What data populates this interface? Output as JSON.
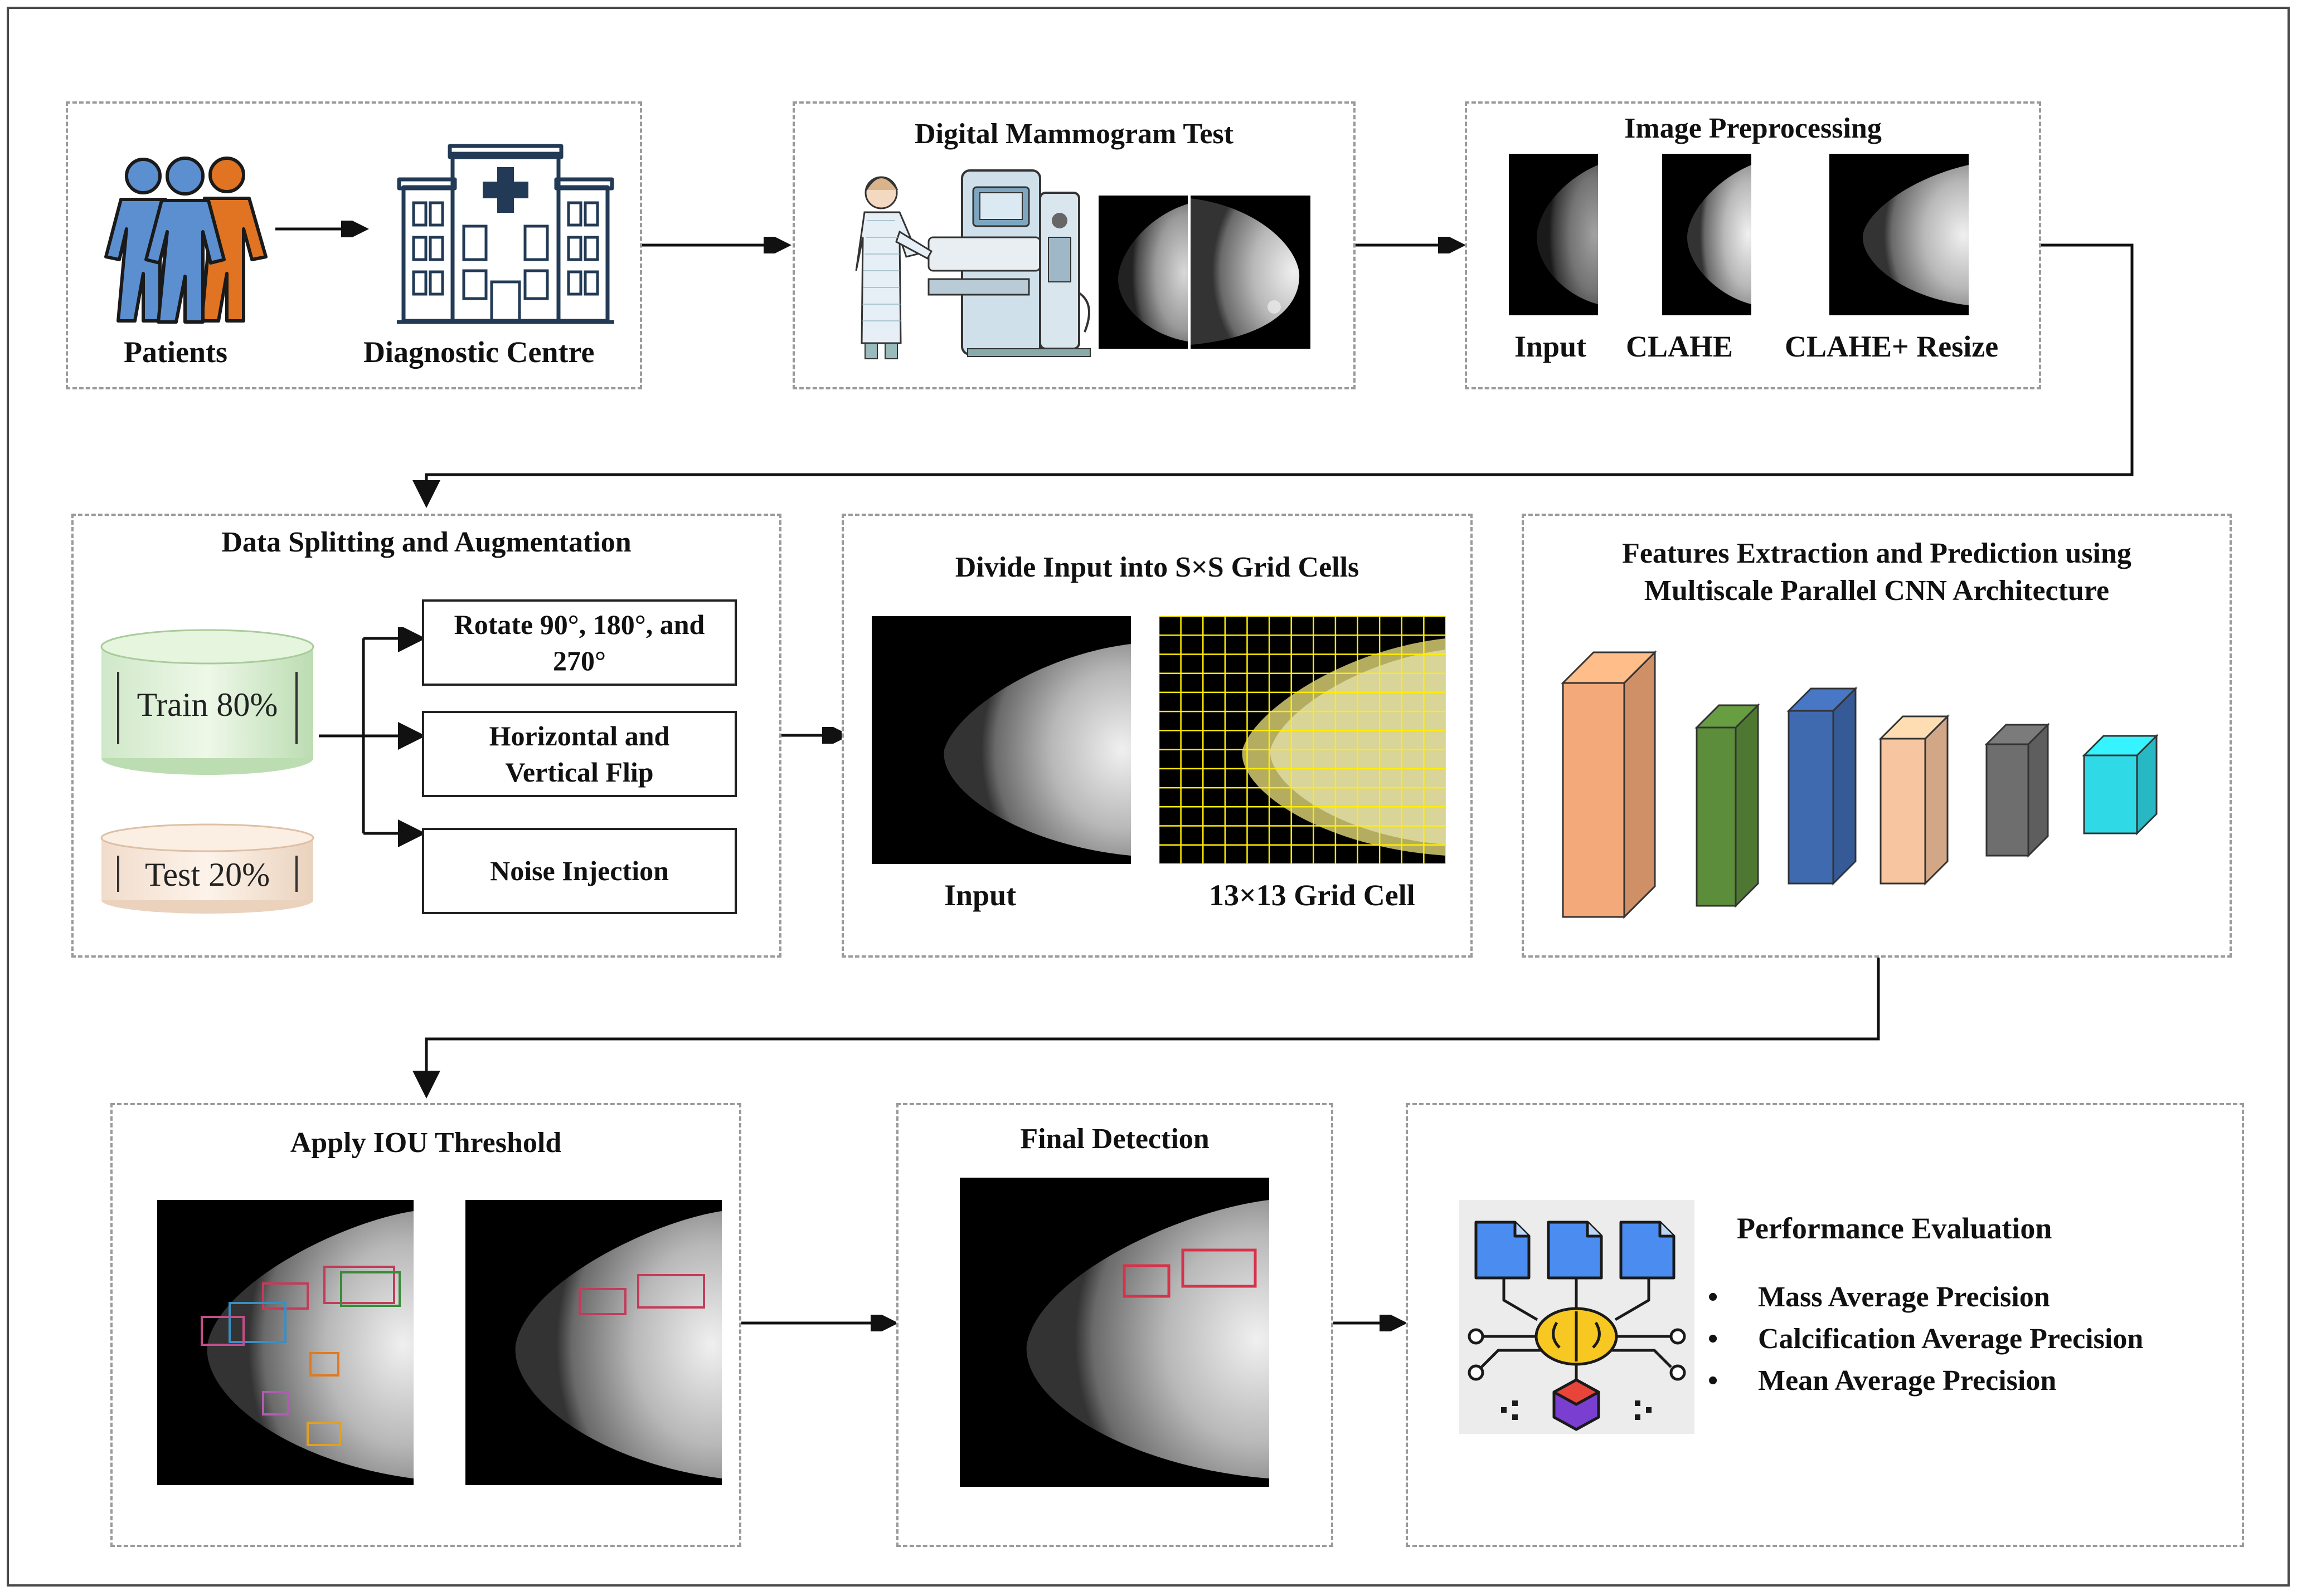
{
  "row1": {
    "patients_label": "Patients",
    "centre_label": "Diagnostic Centre",
    "mammogram_title": "Digital Mammogram Test",
    "preproc_title": "Image Preprocessing",
    "preproc_labels": [
      "Input",
      "CLAHE",
      "CLAHE+ Resize"
    ]
  },
  "row2": {
    "split_title": "Data Splitting and Augmentation",
    "train_label": "Train 80%",
    "test_label": "Test 20%",
    "aug": [
      "Rotate 90°, 180°, and 270°",
      "Horizontal and Vertical  Flip",
      "Noise Injection"
    ],
    "grid_title": "Divide Input into S×S Grid Cells",
    "grid_input_label": "Input",
    "grid_cell_label": "13×13 Grid Cell",
    "cnn_title_1": "Features Extraction and Prediction using",
    "cnn_title_2": "Multiscale Parallel CNN Architecture"
  },
  "row3": {
    "iou_title": "Apply IOU Threshold",
    "final_title": "Final Detection",
    "perf_title": "Performance Evaluation",
    "metrics": [
      "Mass Average Precision",
      "Calcification Average Precision",
      "Mean Average Precision"
    ]
  },
  "colors": {
    "patient_blue": "#5b8fd0",
    "patient_orange": "#e07422",
    "cnn": [
      "#f4a97a",
      "#5c8d3a",
      "#3f6ab0",
      "#f7c5a0",
      "#6e6e6e",
      "#2fd9e6"
    ],
    "grid_yellow": "#ffee00"
  }
}
